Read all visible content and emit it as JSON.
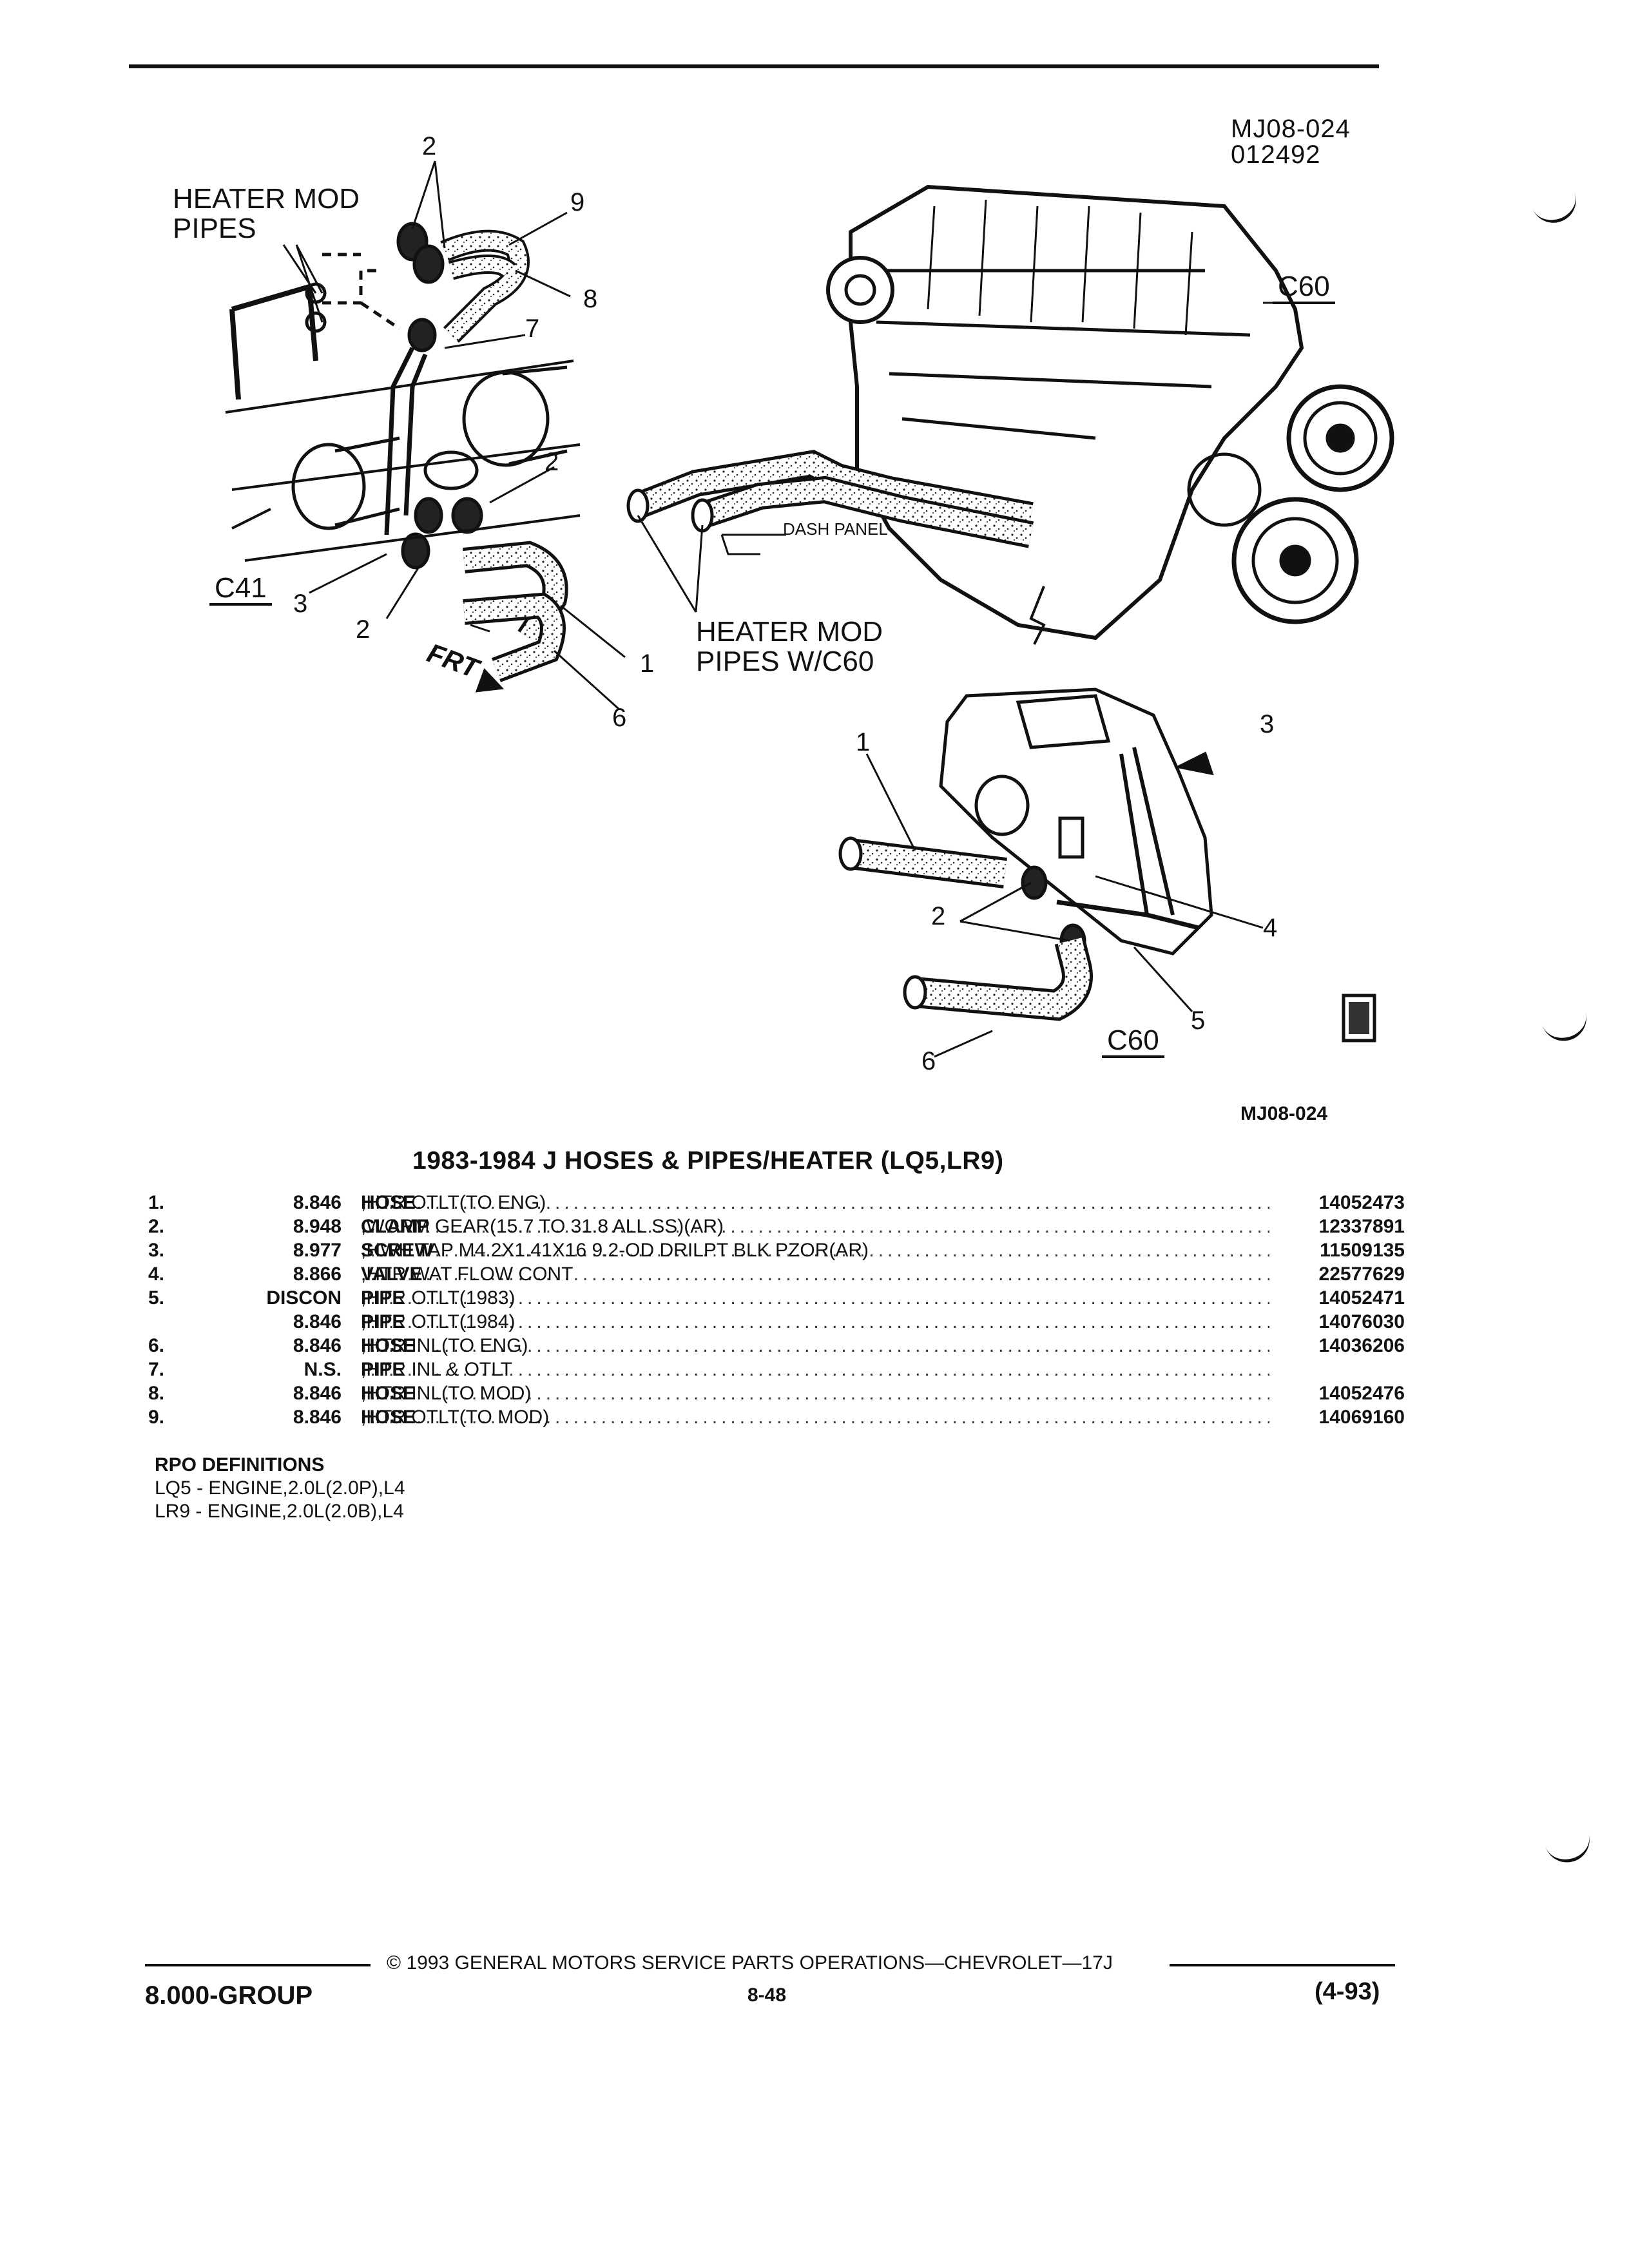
{
  "header": {
    "diagram_code": "MJ08-024",
    "diagram_date": "012492"
  },
  "diagram": {
    "labels": {
      "heater_mod_pipes": "HEATER MOD\nPIPES",
      "heater_mod_pipes_c60": "HEATER MOD\nPIPES W/C60",
      "dash_panel": "DASH PANEL",
      "c41": "C41",
      "c60_top": "C60",
      "c60_bottom": "C60",
      "frt": "FRT"
    },
    "callouts_left": [
      "2",
      "9",
      "8",
      "7",
      "2",
      "3",
      "2",
      "1",
      "6"
    ],
    "callouts_bottom": [
      "1",
      "3",
      "2",
      "4",
      "5",
      "6"
    ],
    "figure_code": "MJ08-024"
  },
  "section": {
    "title": "1983-1984 J HOSES & PIPES/HEATER (LQ5,LR9)"
  },
  "parts": [
    {
      "num": "1.",
      "group": "8.846",
      "keyword": "HOSE",
      "desc": ",HTR OTLT(TO ENG)",
      "part": "14052473"
    },
    {
      "num": "2.",
      "group": "8.948",
      "keyword": "CLAMP",
      "desc": ",WORM GEAR(15.7 TO 31.8 ALL SS)(AR)",
      "part": "12337891"
    },
    {
      "num": "3.",
      "group": "8.977",
      "keyword": "SCREW",
      "desc": ",HWH TAP M4.2X1.41X16 9.2-OD DRILPT BLK PZOR(AR)",
      "part": "11509135"
    },
    {
      "num": "4.",
      "group": "8.866",
      "keyword": "VALVE",
      "desc": ",HTR WAT FLOW CONT",
      "part": "22577629"
    },
    {
      "num": "5.",
      "group": "DISCON",
      "keyword": "PIPE",
      "desc": ",HTR OTLT(1983)",
      "part": "14052471"
    },
    {
      "num": "",
      "group": "8.846",
      "keyword": "PIPE",
      "desc": ",HTR OTLT(1984)",
      "part": "14076030"
    },
    {
      "num": "6.",
      "group": "8.846",
      "keyword": "HOSE",
      "desc": ",HTR INL(TO ENG)",
      "part": "14036206"
    },
    {
      "num": "7.",
      "group": "N.S.",
      "keyword": "PIPE",
      "desc": ",HTR INL & OTLT",
      "part": ""
    },
    {
      "num": "8.",
      "group": "8.846",
      "keyword": "HOSE",
      "desc": ",HTR INL(TO MOD)",
      "part": "14052476"
    },
    {
      "num": "9.",
      "group": "8.846",
      "keyword": "HOSE",
      "desc": ",HTR OTLT(TO MOD)",
      "part": "14069160"
    }
  ],
  "rpo": {
    "heading": "RPO DEFINITIONS",
    "items": [
      "LQ5 - ENGINE,2.0L(2.0P),L4",
      "LR9 - ENGINE,2.0L(2.0B),L4"
    ]
  },
  "footer": {
    "copyright": "© 1993 GENERAL MOTORS SERVICE PARTS OPERATIONS—CHEVROLET—17J",
    "group": "8.000-GROUP",
    "page": "8-48",
    "revision": "(4-93)"
  }
}
